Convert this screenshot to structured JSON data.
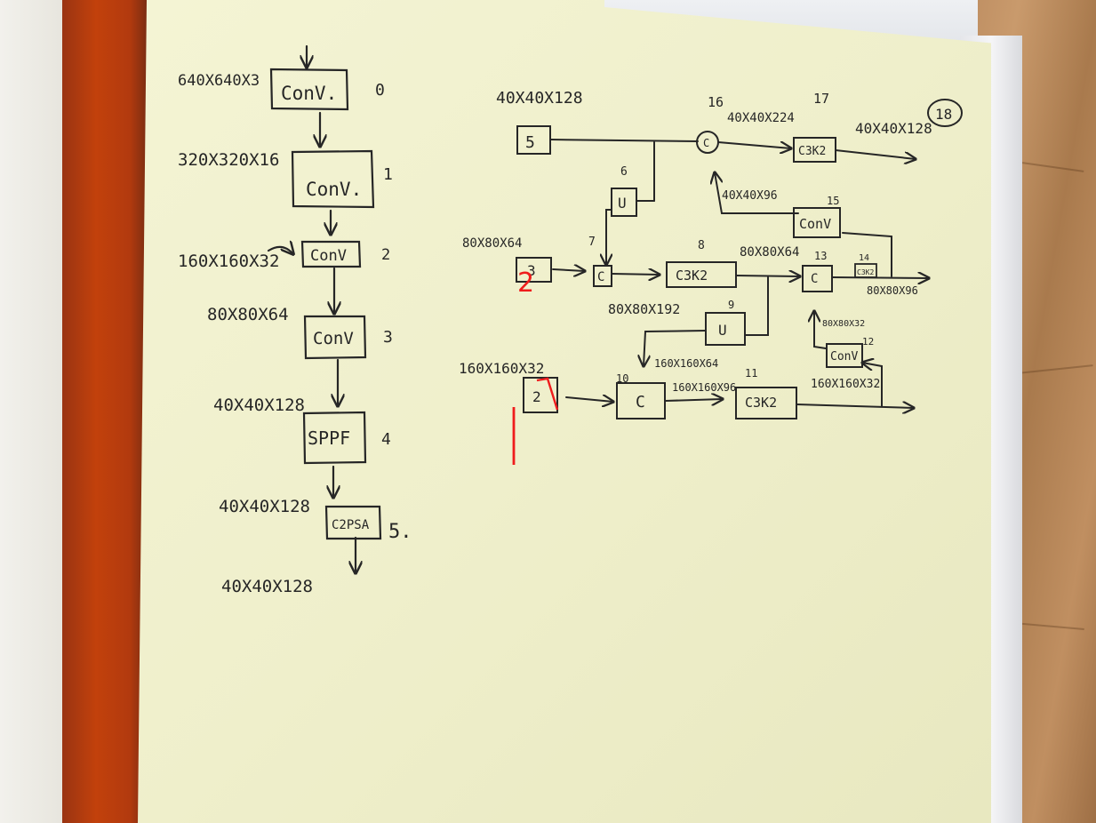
{
  "backbone": {
    "input_dim": "640X640X3",
    "blocks": [
      {
        "label": "ConV.",
        "index": "0"
      },
      {
        "label": "ConV.",
        "index": "1"
      },
      {
        "label": "ConV",
        "index": "2"
      },
      {
        "label": "ConV",
        "index": "3"
      },
      {
        "label": "SPPF",
        "index": "4"
      },
      {
        "label": "C2PSA",
        "index": "5."
      }
    ],
    "dims": [
      "320X320X16",
      "160X160X32",
      "80X80X64",
      "40X40X128",
      "40X40X128",
      "40X40X128"
    ]
  },
  "neck": {
    "inputs": [
      {
        "label": "5",
        "dim": "40X40X128"
      },
      {
        "label": "3",
        "dim": "80X80X64",
        "correction": "2"
      },
      {
        "label": "2",
        "dim": "160X160X32"
      }
    ],
    "nodes": [
      {
        "label": "U",
        "index": "6"
      },
      {
        "label": "C",
        "index": "7"
      },
      {
        "label": "C3K2",
        "index": "8"
      },
      {
        "label": "U",
        "index": "9"
      },
      {
        "label": "C",
        "index": "10"
      },
      {
        "label": "C3K2",
        "index": "11"
      },
      {
        "label": "ConV",
        "index": "12"
      },
      {
        "label": "C",
        "index": "13"
      },
      {
        "label": "C3K2",
        "index": "14"
      },
      {
        "label": "ConV",
        "index": "15"
      },
      {
        "label": "C",
        "index": "16"
      },
      {
        "label": "C3K2",
        "index": "17"
      }
    ],
    "output_index": "18",
    "edge_labels": [
      "40X40X224",
      "40X40X128",
      "40X40X96",
      "80X80X64",
      "80X80X192",
      "80X80X96",
      "80X80X32",
      "160X160X64",
      "160X160X96",
      "160X160X32"
    ]
  },
  "colors": {
    "ink": "#262626",
    "correction": "#ef1c1c",
    "paper": "#f1f0cc"
  }
}
